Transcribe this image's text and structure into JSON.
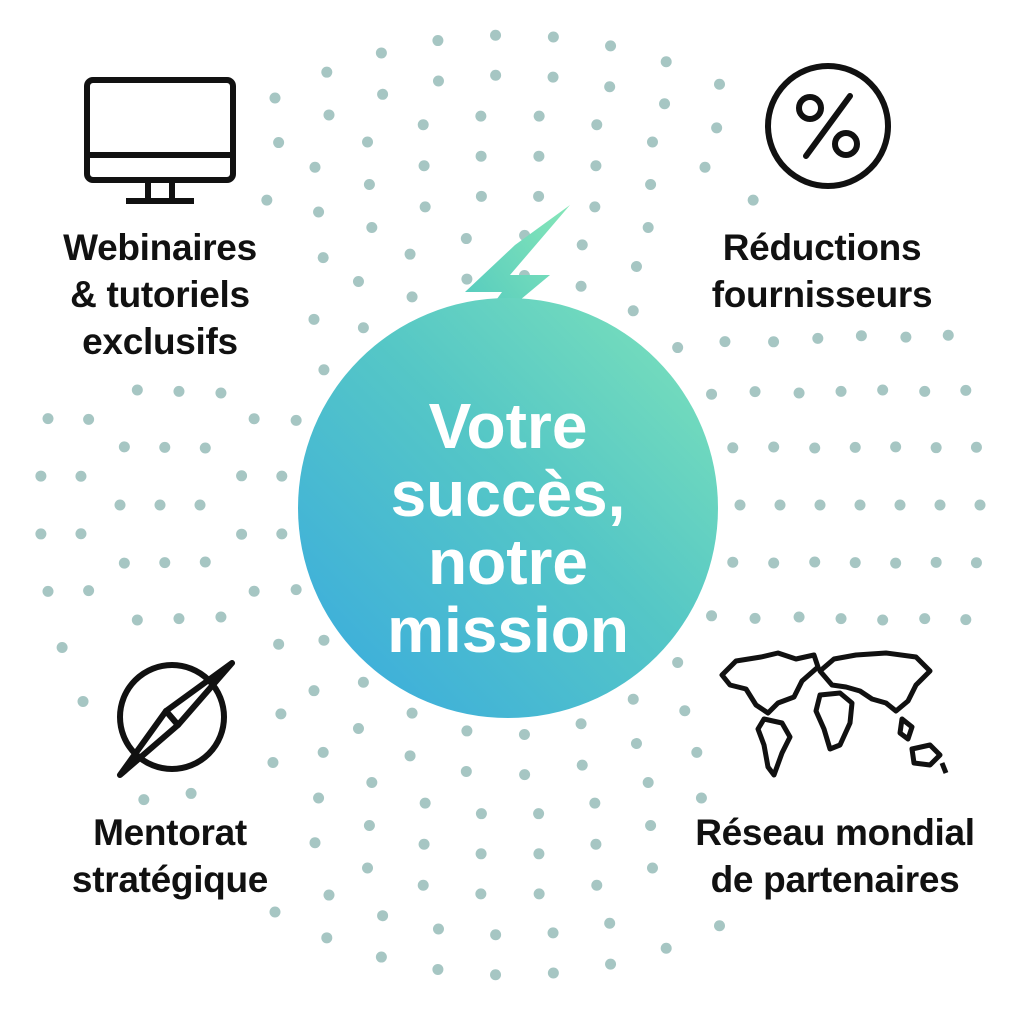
{
  "center": {
    "lines": [
      "Votre",
      "succès,",
      "notre",
      "mission"
    ]
  },
  "features": [
    {
      "icon": "monitor-icon",
      "lines": [
        "Webinaires",
        "& tutoriels",
        "exclusifs"
      ]
    },
    {
      "icon": "percent-icon",
      "lines": [
        "Réductions",
        "fournisseurs"
      ]
    },
    {
      "icon": "compass-icon",
      "lines": [
        "Mentorat",
        "stratégique"
      ]
    },
    {
      "icon": "world-map-icon",
      "lines": [
        "Réseau mondial",
        "de partenaires"
      ]
    }
  ],
  "colors": {
    "dot": "#a6c6c3",
    "gradient_start": "#7fe3b9",
    "gradient_end": "#38a9e0",
    "text": "#111111"
  }
}
